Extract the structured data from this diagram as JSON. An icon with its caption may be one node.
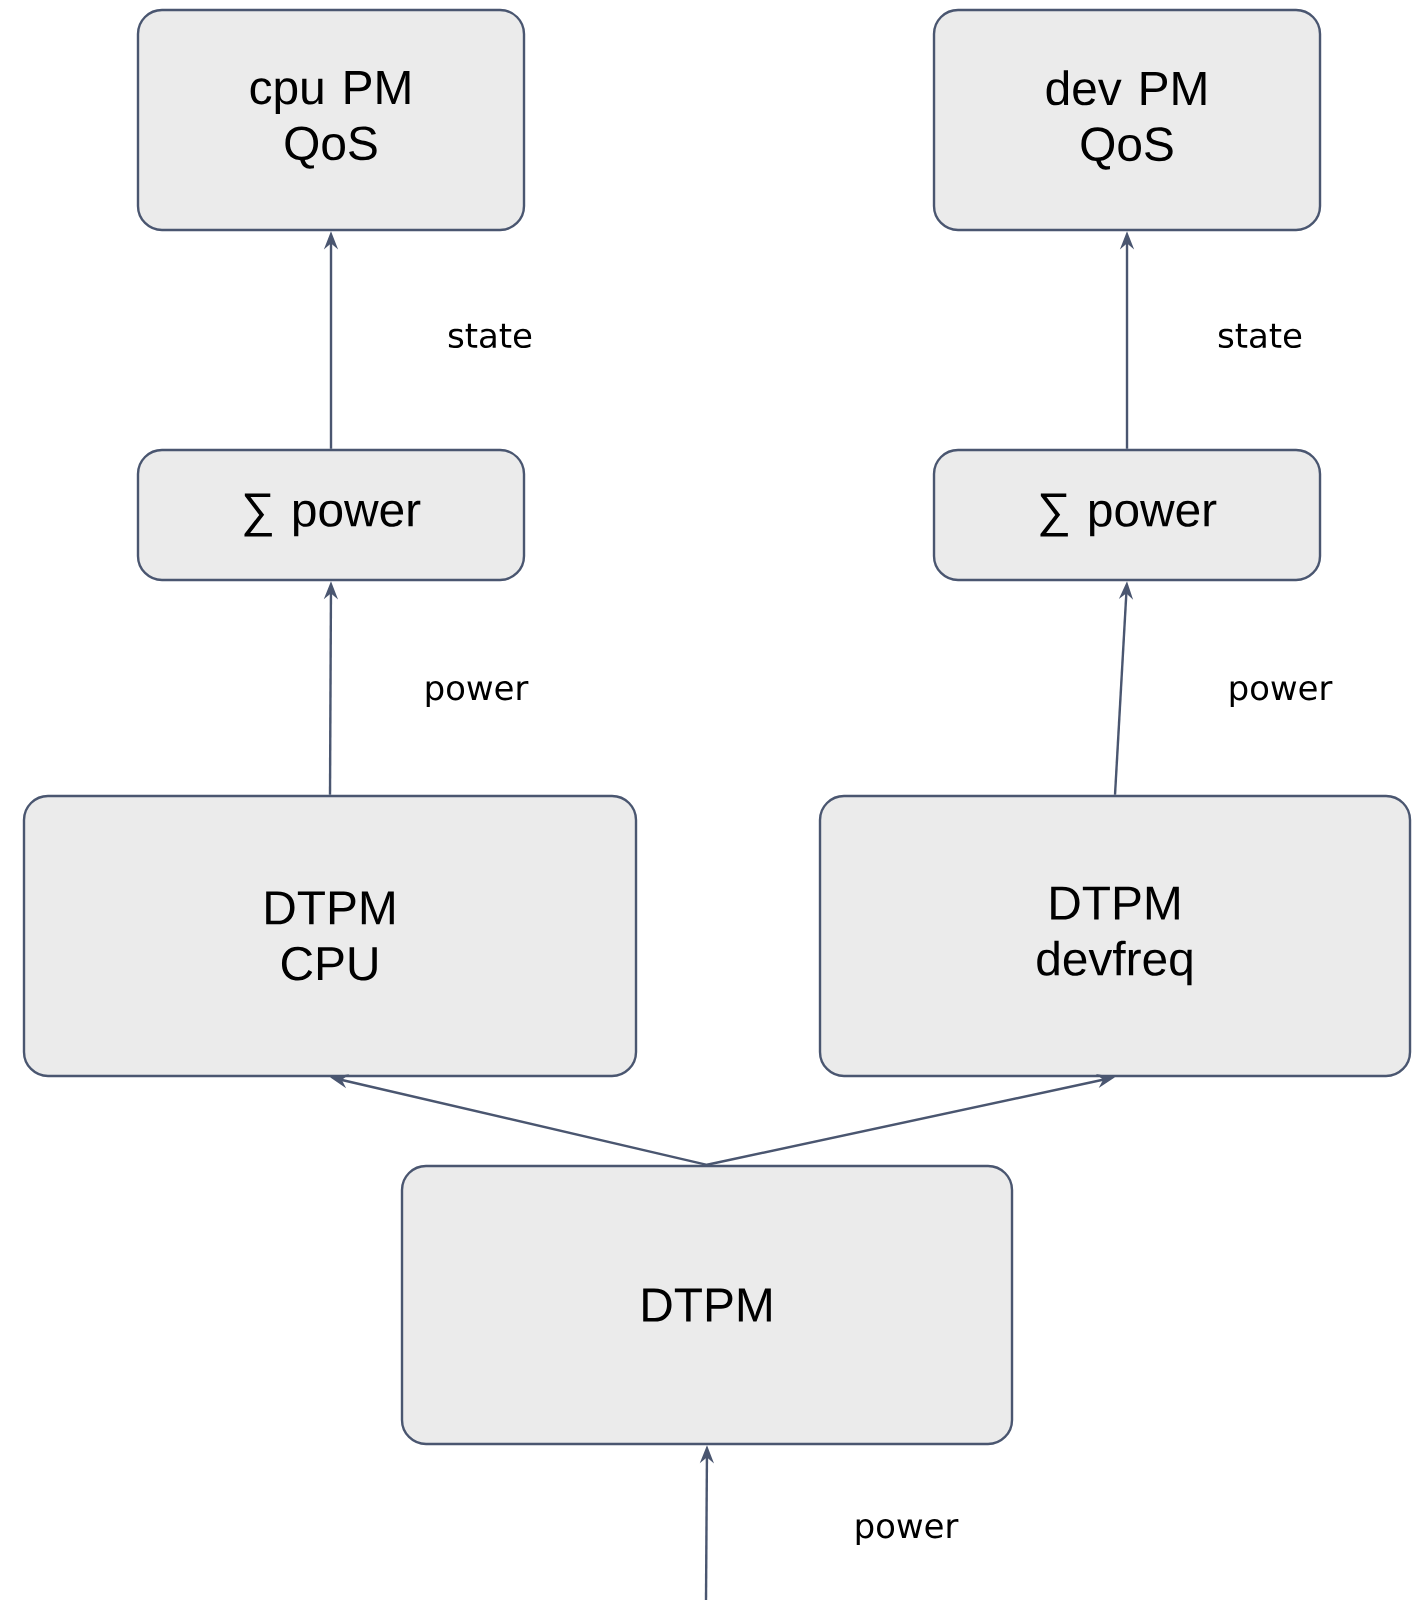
{
  "diagram": {
    "nodes": [
      {
        "text": [
          "cpu PM QoS"
        ]
      },
      {
        "text": [
          "dev PM QoS"
        ]
      },
      {
        "text": [
          "∑ power"
        ]
      },
      {
        "text": [
          "∑ power"
        ]
      },
      {
        "text": [
          "DTPM CPU"
        ]
      },
      {
        "text": [
          "DTPM devfreq"
        ]
      },
      {
        "text": [
          "DTPM"
        ]
      }
    ],
    "edges": [
      {
        "from": 2,
        "to": 0,
        "arrow": "to",
        "label": "state"
      },
      {
        "from": 3,
        "to": 1,
        "arrow": "to",
        "label": "state"
      },
      {
        "from": 4,
        "to": 2,
        "arrow": "to",
        "label": "power"
      },
      {
        "from": 5,
        "to": 3,
        "arrow": "to",
        "label": "power"
      },
      {
        "from": 6,
        "to": 4,
        "arrow": "to"
      },
      {
        "from": 6,
        "to": 5,
        "arrow": "to"
      },
      {
        "from": null,
        "to": 6,
        "arrow": "to",
        "label": "power"
      }
    ]
  }
}
